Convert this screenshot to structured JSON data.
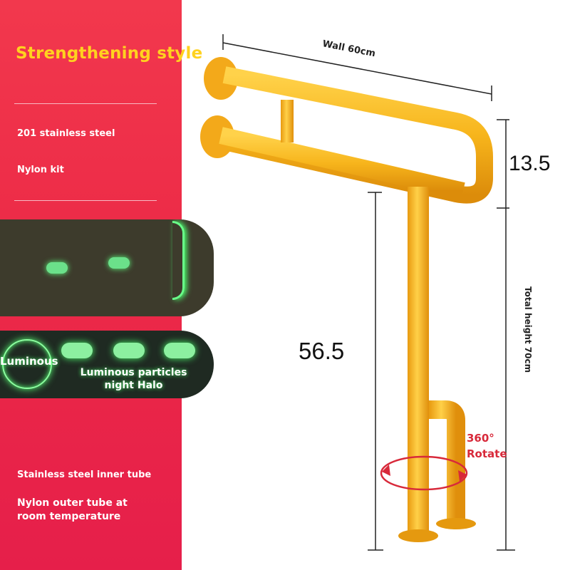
{
  "left_panel": {
    "title": "Strengthening style",
    "material_1": "201 stainless steel",
    "material_2": "Nylon kit",
    "luminous_label": "Luminous",
    "particles_label_line1": "Luminous particles",
    "particles_label_line2": "night Halo",
    "inner_tube": "Stainless steel inner tube",
    "outer_tube_line1": "Nylon outer tube at",
    "outer_tube_line2": "room temperature"
  },
  "dimensions": {
    "wall": "Wall 60cm",
    "top_height": "13.5",
    "leg_height": "56.5",
    "total_height": "Total height 70cm",
    "rotate_deg": "360°",
    "rotate_label": "Rotate"
  },
  "colors": {
    "panel_red": "#ec2a47",
    "title_yellow": "#ffd21f",
    "product_yellow": "#f6b81c",
    "glow_green": "#6be08a"
  }
}
